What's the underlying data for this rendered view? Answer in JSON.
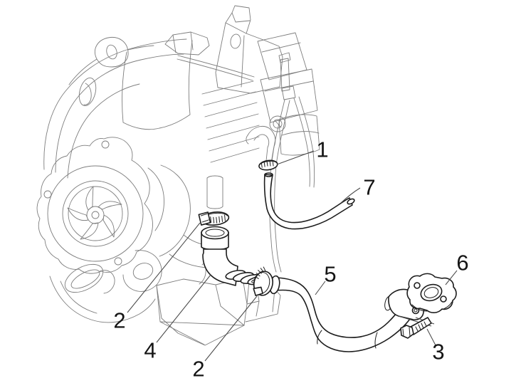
{
  "diagram": {
    "background_color": "#ffffff",
    "engine_line_color": "#7d7d7d",
    "part_line_color": "#1c1c1c",
    "callout_color": "#151515",
    "callouts": [
      {
        "label": "1"
      },
      {
        "label": "7"
      },
      {
        "label": "5"
      },
      {
        "label": "6"
      },
      {
        "label": "3"
      },
      {
        "label": "2"
      },
      {
        "label": "4"
      },
      {
        "label": "2"
      }
    ]
  }
}
